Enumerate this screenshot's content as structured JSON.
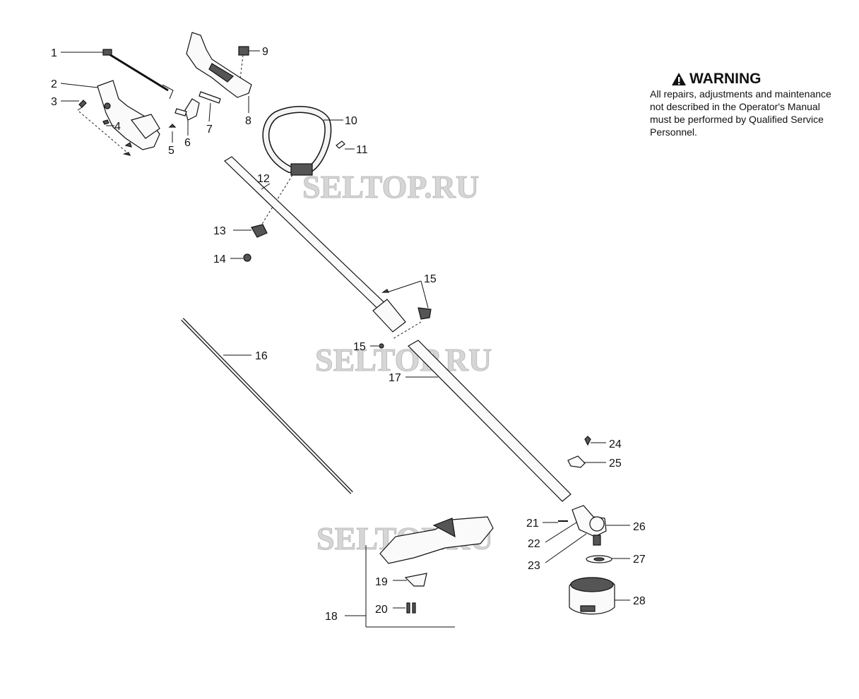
{
  "warning": {
    "title": "WARNING",
    "text": "All repairs, adjustments and maintenance not described in the Operator's Manual must be performed by Qualified Service Personnel."
  },
  "watermark": "SELTOP.RU",
  "callouts": {
    "c1": "1",
    "c2": "2",
    "c3": "3",
    "c4": "4",
    "c5": "5",
    "c6": "6",
    "c7": "7",
    "c8": "8",
    "c9": "9",
    "c10": "10",
    "c11": "11",
    "c12": "12",
    "c13": "13",
    "c14": "14",
    "c15a": "15",
    "c15b": "15",
    "c16": "16",
    "c17": "17",
    "c18": "18",
    "c19": "19",
    "c20": "20",
    "c21": "21",
    "c22": "22",
    "c23": "23",
    "c24": "24",
    "c25": "25",
    "c26": "26",
    "c27": "27",
    "c28": "28"
  }
}
